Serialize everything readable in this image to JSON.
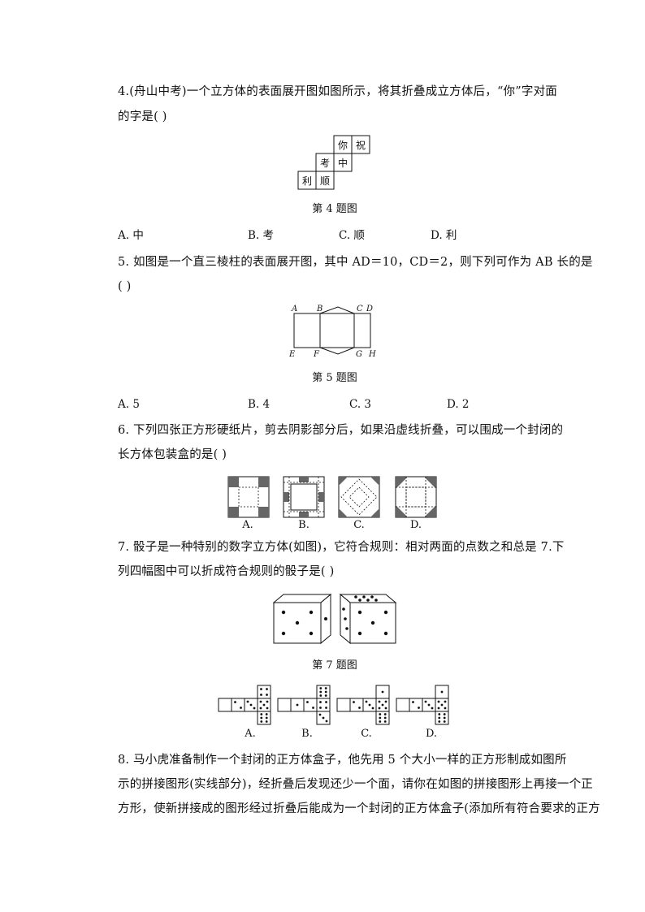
{
  "questions": {
    "q4": {
      "line1": "4.(舟山中考)一个立方体的表面展开图如图所示，将其折叠成立方体后，“你”字对面",
      "line2": "的字是(    )",
      "net_labels": [
        "你",
        "祝",
        "考",
        "中",
        "利",
        "顺"
      ],
      "caption": "第 4 题图",
      "options": {
        "a": "A. 中",
        "b": "B. 考",
        "c": "C. 顺",
        "d": "D. 利"
      }
    },
    "q5": {
      "line1": "5. 如图是一个直三棱柱的表面展开图，其中 AD＝10，CD＝2，则下列可作为 AB 长的是",
      "line2": "(    )",
      "points": {
        "A": "A",
        "B": "B",
        "C": "C",
        "D": "D",
        "E": "E",
        "F": "F",
        "G": "G",
        "H": "H"
      },
      "caption": "第 5 题图",
      "options": {
        "a": "A. 5",
        "b": "B. 4",
        "c": "C. 3",
        "d": "D. 2"
      }
    },
    "q6": {
      "line1": "6. 下列四张正方形硬纸片，剪去阴影部分后，如果沿虚线折叠，可以围成一个封闭的",
      "line2": "长方体包装盒的是(    )",
      "labels": {
        "a": "A.",
        "b": "B.",
        "c": "C.",
        "d": "D."
      }
    },
    "q7": {
      "line1": "7. 骰子是一种特别的数字立方体(如图)，它符合规则：相对两面的点数之和总是 7.下",
      "line2": "列四幅图中可以折成符合规则的骰子是(    )",
      "caption": "第 7 题图",
      "labels": {
        "a": "A.",
        "b": "B.",
        "c": "C.",
        "d": "D."
      }
    },
    "q8": {
      "line1": "8. 马小虎准备制作一个封闭的正方体盒子，他先用 5 个大小一样的正方形制成如图所",
      "line2": "示的拼接图形(实线部分)，经折叠后发现还少一个面，请你在如图的拼接图形上再接一个正",
      "line3": "方形，使新拼接成的图形经过折叠后能成为一个封闭的正方体盒子(添加所有符合要求的正方"
    }
  }
}
